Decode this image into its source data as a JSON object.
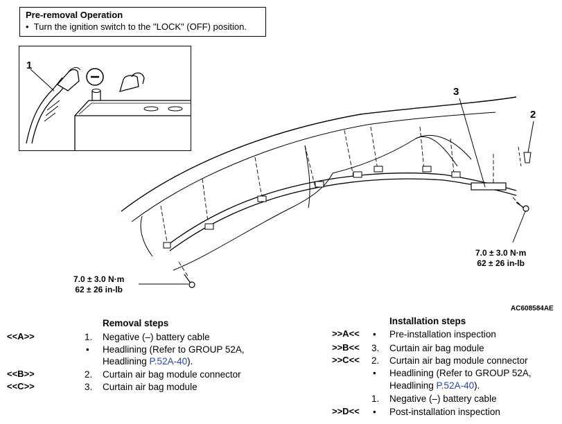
{
  "pre_removal": {
    "title": "Pre-removal Operation",
    "bullet": "•",
    "text": "Turn the ignition switch to the \"LOCK\" (OFF) position."
  },
  "figure": {
    "callouts": [
      "1",
      "3",
      "2"
    ],
    "torque_left": {
      "line1": "7.0 ± 3.0 N·m",
      "line2": "62 ± 26 in-lb"
    },
    "torque_right": {
      "line1": "7.0 ± 3.0 N·m",
      "line2": "62 ± 26 in-lb"
    },
    "code": "AC608584",
    "code_suffix": "AE"
  },
  "removal": {
    "title": "Removal steps",
    "steps": [
      {
        "code": "<<A>>",
        "num": "1.",
        "text": "Negative (–) battery cable"
      },
      {
        "code": "",
        "num": "•",
        "text": "Headlining (Refer to GROUP 52A,",
        "text2": "Headlining ",
        "link": "P.52A-40",
        "after": ")."
      },
      {
        "code": "<<B>>",
        "num": "2.",
        "text": "Curtain air bag module connector"
      },
      {
        "code": "<<C>>",
        "num": "3.",
        "text": "Curtain air bag module"
      }
    ]
  },
  "installation": {
    "title": "Installation steps",
    "steps": [
      {
        "code": ">>A<<",
        "num": "•",
        "text": "Pre-installation inspection"
      },
      {
        "code": ">>B<<",
        "num": "3.",
        "text": "Curtain air bag module"
      },
      {
        "code": ">>C<<",
        "num": "2.",
        "text": "Curtain air bag module connector"
      },
      {
        "code": "",
        "num": "•",
        "text": "Headlining (Refer to GROUP 52A,",
        "text2": "Headlining ",
        "link": "P.52A-40",
        "after": ")."
      },
      {
        "code": "",
        "num": "1.",
        "text": "Negative (–) battery cable"
      },
      {
        "code": ">>D<<",
        "num": "•",
        "text": "Post-installation inspection"
      }
    ]
  }
}
